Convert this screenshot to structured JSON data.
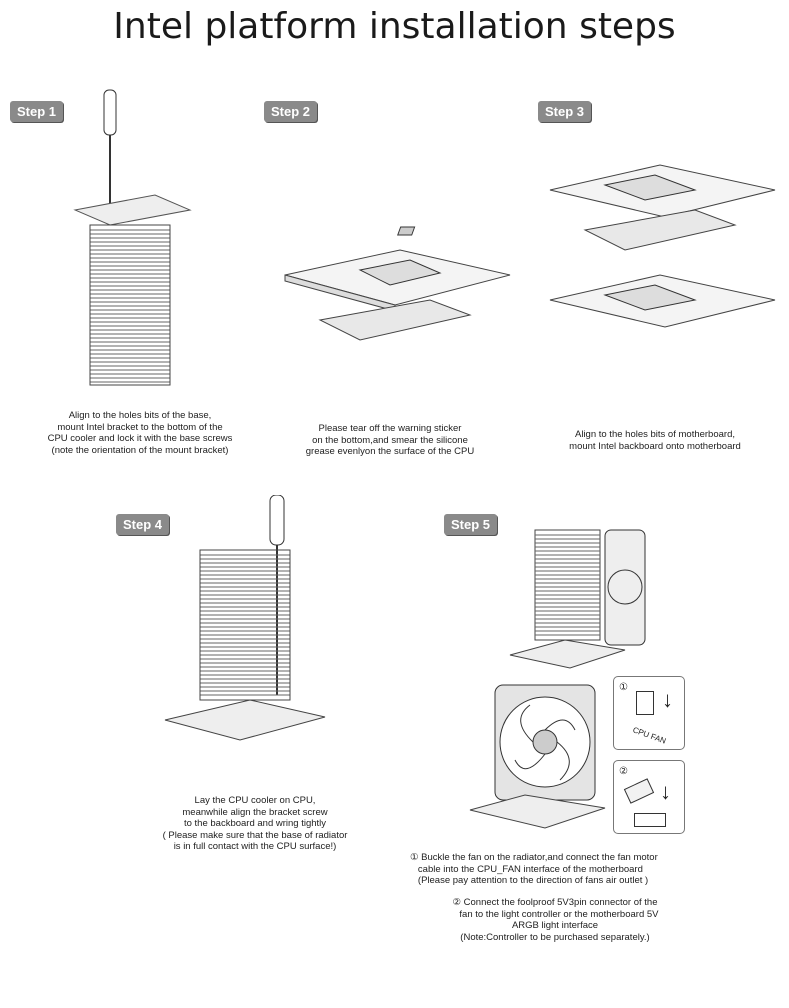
{
  "title": "Intel platform installation steps",
  "steps": [
    {
      "label": "Step 1",
      "caption": "Align to the holes bits of the base,\nmount Intel bracket to the bottom of the\nCPU cooler and lock it with the base screws\n(note the orientation of the mount bracket)"
    },
    {
      "label": "Step 2",
      "caption": "Please tear off the warning sticker\non the bottom,and smear the silicone\ngrease evenlyon the surface of the CPU"
    },
    {
      "label": "Step 3",
      "caption": "Align to the holes bits of motherboard,\nmount Intel backboard onto motherboard"
    },
    {
      "label": "Step 4",
      "caption": "Lay the CPU cooler on CPU,\nmeanwhile align the bracket screw\nto the backboard and wring tightly\n( Please make sure that the base of radiator\nis in full contact with the CPU surface!)"
    },
    {
      "label": "Step 5",
      "caption1": "① Buckle the fan on the radiator,and connect the fan motor\n   cable into the CPU_FAN interface of the motherboard\n   (Please pay attention to the direction of fans air outlet )",
      "caption2": "② Connect the foolproof 5V3pin connector of the\n   fan to the light controller or the motherboard 5V\nARGB light interface\n(Note:Controller to be purchased separately.)",
      "inset1_num": "①",
      "inset1_label": "CPU FAN",
      "inset2_num": "②"
    }
  ]
}
